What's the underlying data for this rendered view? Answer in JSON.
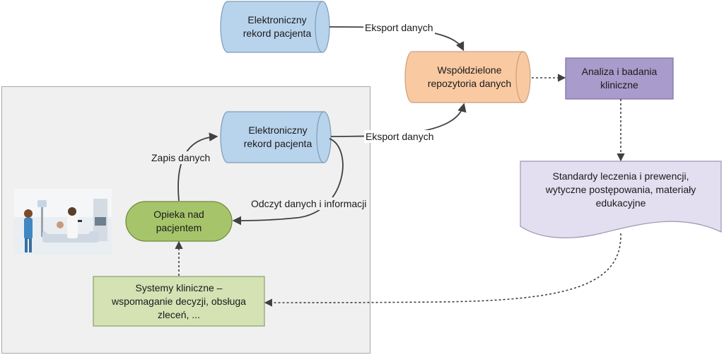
{
  "nodes": {
    "ehr_top": {
      "line1": "Elektroniczny",
      "line2": "rekord pacjenta"
    },
    "shared_repo": {
      "line1": "Współdzielone",
      "line2": "repozytoria danych"
    },
    "analysis": {
      "line1": "Analiza i badania",
      "line2": "kliniczne"
    },
    "standards": {
      "line1": "Standardy leczenia i prewencji,",
      "line2": "wytyczne postępowania, materiały",
      "line3": "edukacyjne"
    },
    "ehr_inner": {
      "line1": "Elektroniczny",
      "line2": "rekord pacjenta"
    },
    "patient_care": {
      "line1": "Opieka nad",
      "line2": "pacjentem"
    },
    "clinical_systems": {
      "line1": "Systemy kliniczne –",
      "line2": "wspomaganie decyzji, obsługa",
      "line3": "zleceń, ..."
    }
  },
  "edges": {
    "export_top": "Eksport danych",
    "export_inner": "Eksport danych",
    "write_data": "Zapis danych",
    "read_data": "Odczyt danych i informacji"
  },
  "colors": {
    "ehr_fill": "#b8d3ec",
    "repo_fill": "#f9c9a2",
    "analysis_fill": "#a99bcb",
    "standards_fill": "#e3dff0",
    "care_fill": "#a6c46a",
    "systems_fill": "#d4e2b4",
    "panel_fill": "#f0f0f0",
    "arrow": "#404040"
  },
  "icons": {
    "photo": "hospital-care-photo"
  }
}
